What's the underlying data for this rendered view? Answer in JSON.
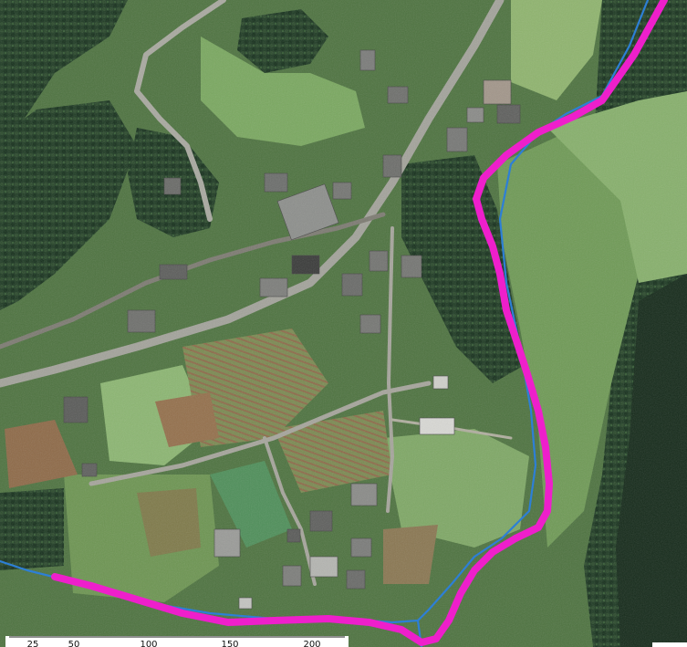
{
  "map": {
    "kind": "aerial-orthophoto",
    "colors": {
      "forest": "#1e3a22",
      "forest_dark": "#15291a",
      "meadow": "#6f9a5a",
      "meadow_light": "#9cc07c",
      "field_brown": "#8a6a48",
      "road": "#9a9b94",
      "roof": "#8c8e8c",
      "route": "#ee1fcb",
      "stream": "#2d7fd6"
    },
    "overlays": [
      {
        "name": "route",
        "style": "thick-magenta-line",
        "color": "#ee1fcb"
      },
      {
        "name": "stream",
        "style": "thin-blue-line",
        "color": "#2d7fd6"
      }
    ]
  },
  "scale_bar": {
    "labels": [
      "25",
      "50",
      "100",
      "150",
      "200"
    ]
  }
}
